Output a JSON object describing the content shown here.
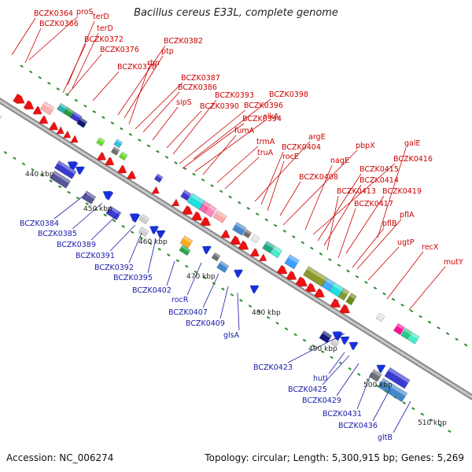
{
  "title": "Bacillus cereus E33L, complete genome",
  "footer": {
    "accession": "Accession: NC_006274",
    "summary": "Topology: circular; Length: 5,300,915 bp; Genes: 5,269"
  },
  "colors": {
    "backbone": "#9a9a9a",
    "forward_strand": "#ee1111",
    "reverse_strand": "#1530dd",
    "label_forward": "#cc0000",
    "label_reverse": "#1a1aa8",
    "tick": "#2a8a2a"
  },
  "ticks": [
    "440 kbp",
    "450 kbp",
    "460 kbp",
    "470 kbp",
    "480 kbp",
    "490 kbp",
    "500 kbp",
    "510 kbp"
  ],
  "forward_labels": [
    "proS",
    "BCZK0364",
    "BCZK0366",
    "terD",
    "terD",
    "BCZK0372",
    "BCZK0376",
    "BCZK0378",
    "BCZK0382",
    "ptp",
    "rbn",
    "BCZK0387",
    "BCZK0386",
    "sipS",
    "BCZK0390",
    "BCZK0393",
    "BCZK0398",
    "BCZK0396",
    "BCZK0394",
    "alkA",
    "fumA",
    "trmA",
    "truA",
    "argE",
    "BCZK0404",
    "rocE",
    "pbpX",
    "galE",
    "nagE",
    "BCZK0416",
    "BCZK0408",
    "BCZK0415",
    "BCZK0414",
    "BCZK0413",
    "BCZK0419",
    "BCZK0417",
    "pflA",
    "pflB",
    "ugtP",
    "recX",
    "mutY"
  ],
  "reverse_labels": [
    "BCZK0384",
    "BCZK0385",
    "BCZK0389",
    "BCZK0391",
    "BCZK0392",
    "BCZK0395",
    "BCZK0402",
    "rocR",
    "BCZK0407",
    "BCZK0409",
    "glsA",
    "BCZK0423",
    "hutI",
    "BCZK0425",
    "BCZK0429",
    "BCZK0431",
    "BCZK0436",
    "gltB"
  ]
}
